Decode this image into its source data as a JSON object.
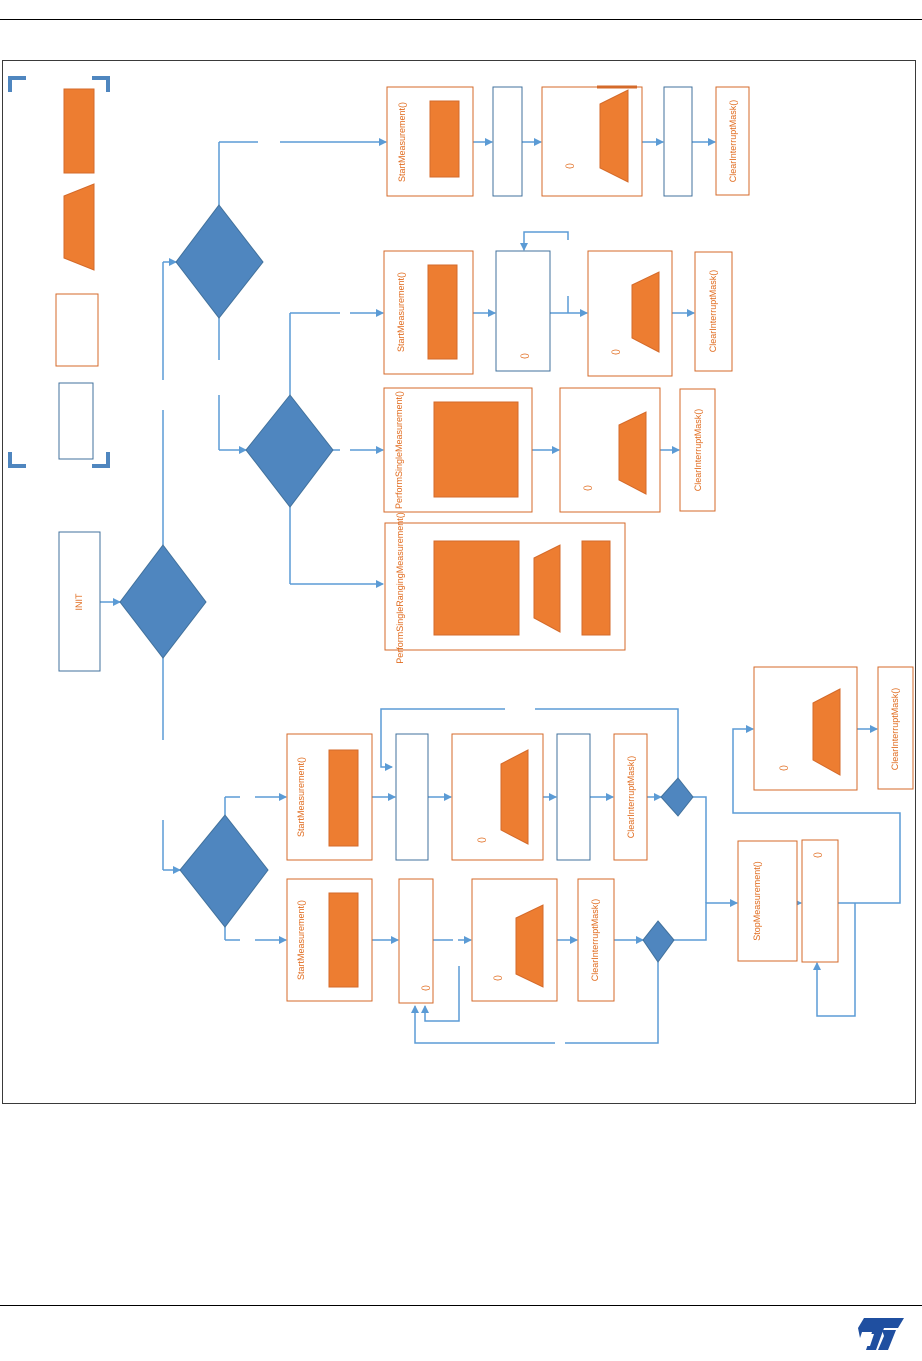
{
  "labels": {
    "init": "INIT",
    "start_measurement": "StartMeasurement()",
    "clear_interrupt_mask": "ClearInterruptMask()",
    "perform_single_measurement": "PerformSingleMeasurement()",
    "perform_single_ranging_measurement": "PerformSingleRangingMeasurement()",
    "stop_measurement": "StopMeasurement()",
    "empty_parens": "()"
  },
  "logo": {
    "name": "ST logo"
  },
  "colors": {
    "orange": "#ed7d31",
    "orange_border": "#d46a2a",
    "blue": "#4f86bf",
    "blue_border": "#41719c",
    "line": "#5b9bd5"
  }
}
